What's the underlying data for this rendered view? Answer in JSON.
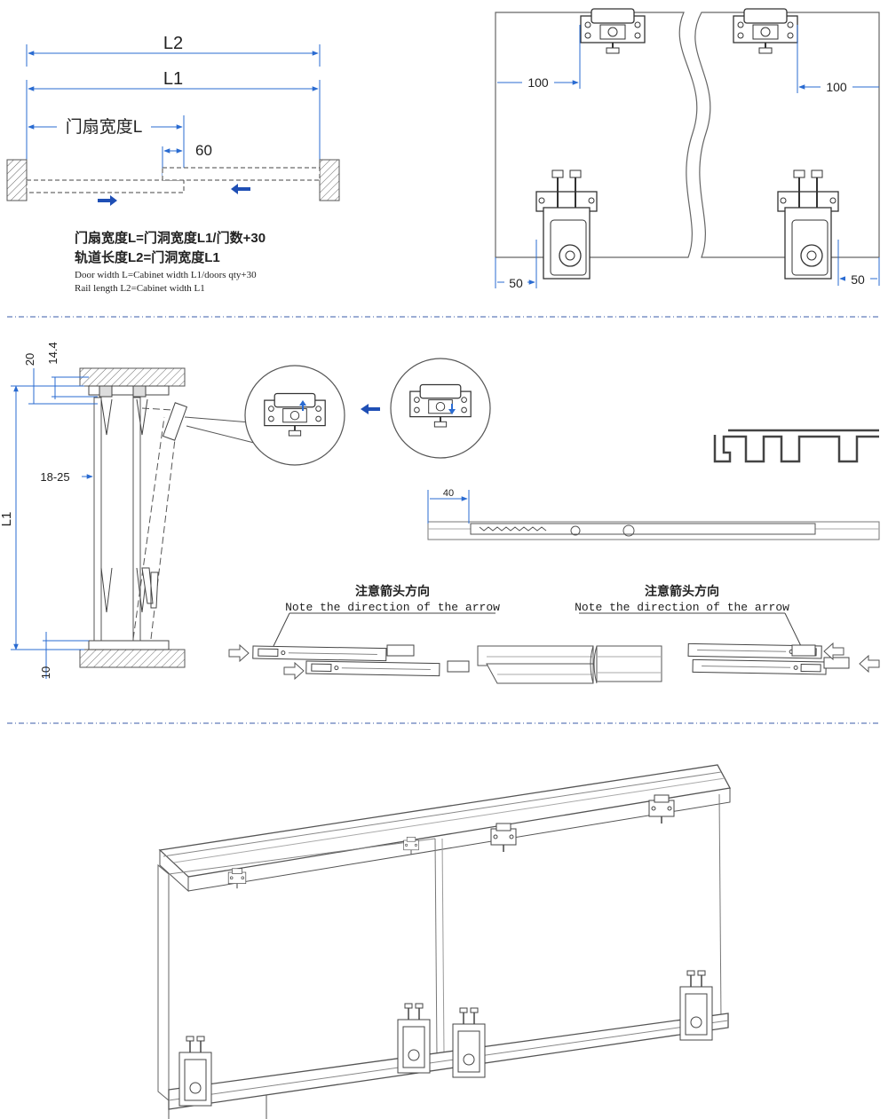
{
  "colors": {
    "dimension_blue": "#2a6bd1",
    "arrow_blue": "#1f4fb5",
    "line_dark": "#3a3a3a",
    "line_gray": "#8a8a8a",
    "divider": "#3a5ba8"
  },
  "top_left": {
    "label_L2": "L2",
    "label_L1": "L1",
    "label_door_width": "门扇宽度L",
    "label_overlap": "60",
    "formula_cn_1": "门扇宽度L=门洞宽度L1/门数+30",
    "formula_cn_2": "轨道长度L2=门洞宽度L1",
    "formula_en_1": "Door width L=Cabinet width L1/doors qty+30",
    "formula_en_2": "Rail length L2=Cabinet width L1"
  },
  "top_right": {
    "dim_top_left": "100",
    "dim_top_right": "100",
    "dim_bottom_left": "50",
    "dim_bottom_right": "50"
  },
  "middle": {
    "dim_20": "20",
    "dim_14_4": "14.4",
    "dim_18_25": "18-25",
    "dim_L1": "L1",
    "dim_10": "10",
    "dim_40": "40",
    "note_cn_left": "注意箭头方向",
    "note_en_left": "Note the direction of the arrow",
    "note_cn_right": "注意箭头方向",
    "note_en_right": "Note the direction of the arrow"
  }
}
